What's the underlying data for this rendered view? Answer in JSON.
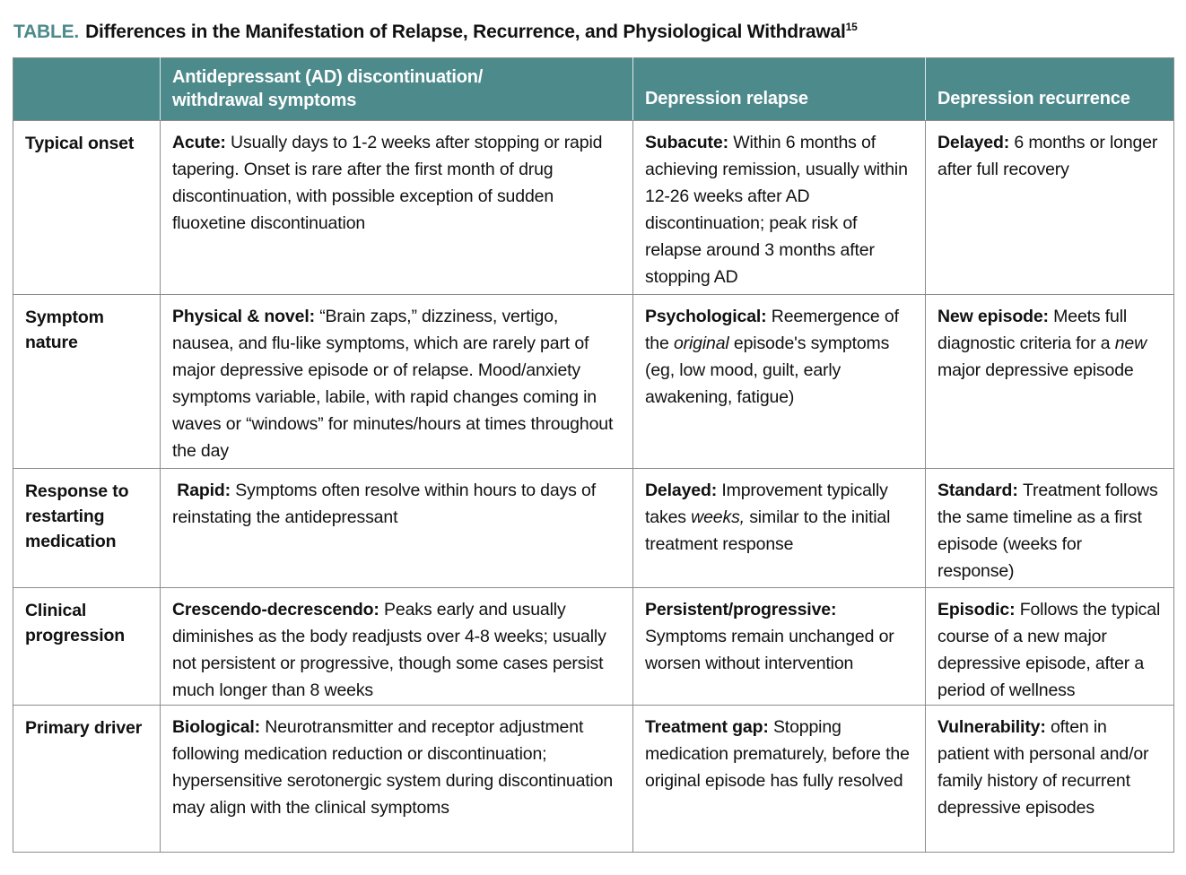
{
  "title": {
    "label": "TABLE.",
    "text": "Differences in the Manifestation of Relapse, Recurrence, and Physiological Withdrawal",
    "reference": "15"
  },
  "colors": {
    "accent_teal": "#4d8a8c",
    "header_text": "#ffffff",
    "border_gray": "#8c8c8c",
    "body_text": "#111111"
  },
  "table": {
    "header": {
      "empty": "",
      "ad_line1": "Antidepressant (AD) discontinuation/",
      "ad_line2": "withdrawal symptoms",
      "relapse": "Depression relapse",
      "recurrence": "Depression recurrence"
    },
    "rows": [
      {
        "label": "Typical onset",
        "ad": [
          {
            "t": "Acute: ",
            "b": true
          },
          {
            "t": "Usually days to 1-2 weeks after stopping or rapid tapering. Onset is rare after the first month of drug discontinuation, with possible exception of sudden fluoxetine discontinuation"
          }
        ],
        "relapse": [
          {
            "t": "Subacute: ",
            "b": true
          },
          {
            "t": "Within 6 months of achieving remission, usually within 12-26 weeks after AD discontinuation; peak risk of relapse around 3 months after stopping AD"
          }
        ],
        "recurrence": [
          {
            "t": "Delayed: ",
            "b": true
          },
          {
            "t": "6 months or longer after full recovery"
          }
        ]
      },
      {
        "label": "Symptom nature",
        "ad": [
          {
            "t": "Physical & novel: ",
            "b": true
          },
          {
            "t": "“Brain zaps,” dizziness, vertigo, nausea, and flu-like symptoms, which are rarely part of major depressive episode or of relapse. Mood/anxiety symptoms variable, labile, with rapid changes coming in waves or “windows” for minutes/hours at times throughout the day"
          }
        ],
        "relapse": [
          {
            "t": "Psychological: ",
            "b": true
          },
          {
            "t": "Reemergence of the "
          },
          {
            "t": "original",
            "i": true
          },
          {
            "t": " episode's symptoms (eg, low mood, guilt, early awakening, fatigue)"
          }
        ],
        "recurrence": [
          {
            "t": "New episode: ",
            "b": true
          },
          {
            "t": "Meets full diagnostic criteria for a "
          },
          {
            "t": "new",
            "i": true
          },
          {
            "t": " major depressive episode"
          }
        ]
      },
      {
        "label": "Response to restarting medication",
        "ad": [
          {
            "t": " Rapid: ",
            "b": true
          },
          {
            "t": "Symptoms often resolve within hours to days of reinstating the antidepressant"
          }
        ],
        "relapse": [
          {
            "t": "Delayed: ",
            "b": true
          },
          {
            "t": "Improvement typically takes "
          },
          {
            "t": "weeks,",
            "i": true
          },
          {
            "t": " similar to the initial treatment response"
          }
        ],
        "recurrence": [
          {
            "t": "Standard: ",
            "b": true
          },
          {
            "t": "Treatment follows the same timeline as a first episode (weeks for response)"
          }
        ]
      },
      {
        "label": "Clinical progression",
        "ad": [
          {
            "t": "Crescendo-decrescendo: ",
            "b": true
          },
          {
            "t": "Peaks early and usually diminishes as the body readjusts over 4-8 weeks; usually not persistent or progressive, though some cases persist much longer than 8 weeks"
          }
        ],
        "relapse": [
          {
            "t": "Persistent/progressive: ",
            "b": true
          },
          {
            "t": "Symptoms remain unchanged or worsen without intervention"
          }
        ],
        "recurrence": [
          {
            "t": "Episodic: ",
            "b": true
          },
          {
            "t": "Follows the typical course of a new major depressive episode, after a period of wellness"
          }
        ]
      },
      {
        "label": "Primary driver",
        "ad": [
          {
            "t": "Biological: ",
            "b": true
          },
          {
            "t": "Neurotransmitter and receptor adjustment following medication reduction or discontinuation; hypersensitive serotonergic system during discontinuation may align with the clinical symptoms"
          }
        ],
        "relapse": [
          {
            "t": "Treatment gap: ",
            "b": true
          },
          {
            "t": "Stopping medication prematurely, before the original episode has fully resolved"
          }
        ],
        "recurrence": [
          {
            "t": "Vulnerability: ",
            "b": true
          },
          {
            "t": "often in patient with personal and/or family history of recurrent depressive episodes"
          }
        ]
      }
    ]
  }
}
